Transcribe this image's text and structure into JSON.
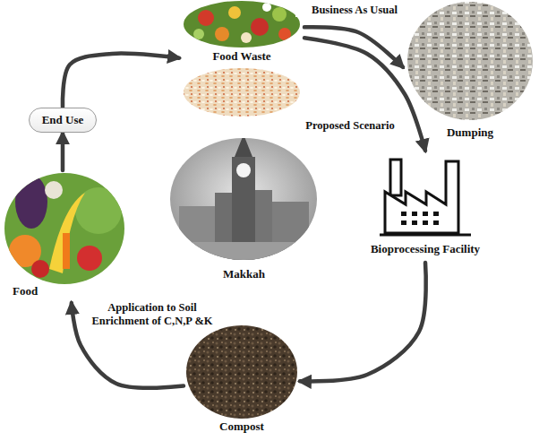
{
  "diagram": {
    "nodes": [
      {
        "text": [
          "Food Waste"
        ]
      },
      {
        "text": [
          "Dumping"
        ]
      },
      {
        "text": [
          "Bioprocessing Facility"
        ]
      },
      {
        "text": [
          "Compost"
        ]
      },
      {
        "text": [
          "Food"
        ]
      },
      {
        "text": [
          "End Use"
        ]
      },
      {
        "text": [
          "Makkah"
        ]
      }
    ],
    "edges": [
      {
        "from": 0,
        "to": 1,
        "arrow": "to",
        "label": "Business As Usual"
      },
      {
        "from": 0,
        "to": 2,
        "arrow": "to",
        "label": "Proposed Scenario"
      },
      {
        "from": 2,
        "to": 3,
        "arrow": "to"
      },
      {
        "from": 3,
        "to": 4,
        "arrow": "to",
        "label": "Application to Soil Enrichment of C,N,P &K"
      },
      {
        "from": 4,
        "to": 5,
        "arrow": "to"
      },
      {
        "from": 5,
        "to": 0,
        "arrow": "to"
      }
    ]
  }
}
